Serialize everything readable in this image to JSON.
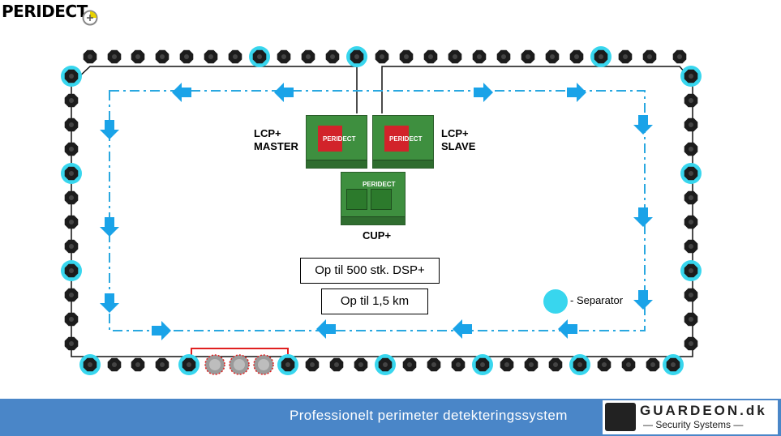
{
  "logo": {
    "text": "PERIDECT"
  },
  "labels": {
    "lcp_master": [
      "LCP+",
      "MASTER"
    ],
    "lcp_slave": [
      "LCP+",
      "SLAVE"
    ],
    "cup": "CUP+",
    "dsp_count": "Op til 500 stk. DSP+",
    "range": "Op til  1,5 km",
    "separator": "- Separator"
  },
  "board_brand": "PERIDECT",
  "footer": {
    "title": "Professionelt  perimeter  detekteringssystem",
    "brand": "GUARDEON.dk",
    "brand_sub": "— Security Systems —"
  },
  "colors": {
    "dashed_line": "#2aa8e0",
    "arrow": "#1aa3e8",
    "separator_ring": "#38d6ee",
    "sensor": "#1c1c1c",
    "red_link": "#e02020",
    "footer_bg": "#4a86c8"
  }
}
